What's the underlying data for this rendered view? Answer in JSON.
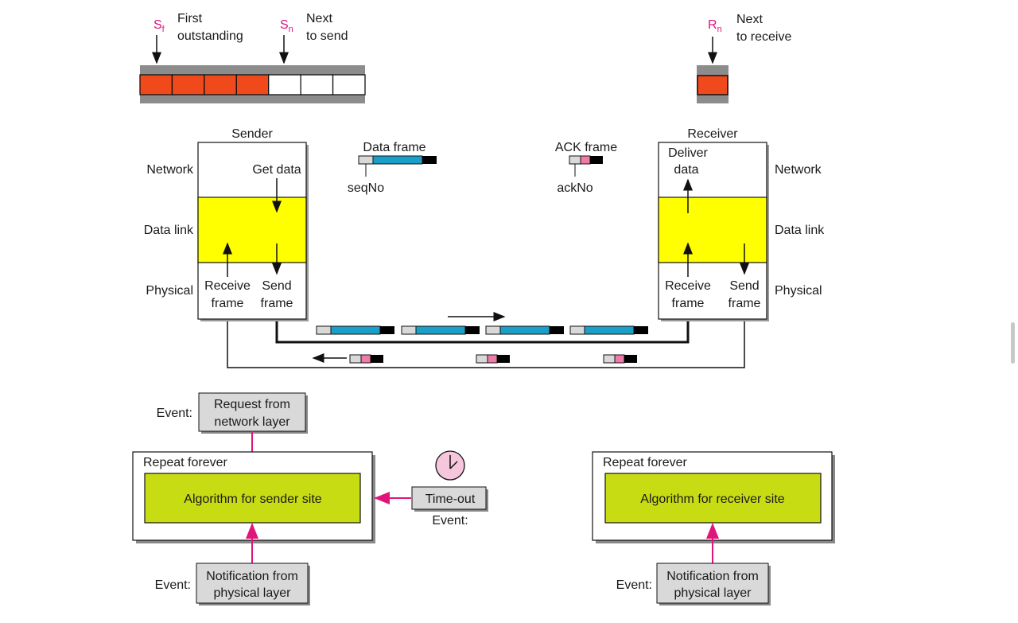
{
  "window": {
    "sf_pointer": {
      "symbol": "S",
      "sub": "f",
      "label_line1": "First",
      "label_line2": "outstanding"
    },
    "sn_pointer": {
      "symbol": "S",
      "sub": "n",
      "label_line1": "Next",
      "label_line2": "to send"
    },
    "rn_pointer": {
      "symbol": "R",
      "sub": "n",
      "label_line1": "Next",
      "label_line2": "to receive"
    },
    "sender_slots_filled": 4,
    "sender_slots_empty": 3
  },
  "sender": {
    "title": "Sender",
    "network_label": "Network",
    "datalink_label": "Data link",
    "physical_label": "Physical",
    "get_data": "Get data",
    "receive_frame_1": "Receive",
    "receive_frame_2": "frame",
    "send_frame_1": "Send",
    "send_frame_2": "frame"
  },
  "receiver": {
    "title": "Receiver",
    "network_label": "Network",
    "datalink_label": "Data link",
    "physical_label": "Physical",
    "deliver_data_1": "Deliver",
    "deliver_data_2": "data",
    "receive_frame_1": "Receive",
    "receive_frame_2": "frame",
    "send_frame_1": "Send",
    "send_frame_2": "frame"
  },
  "legend": {
    "data_frame": "Data frame",
    "seqno": "seqNo",
    "ack_frame": "ACK frame",
    "ackno": "ackNo"
  },
  "algorithms": {
    "sender": {
      "repeat": "Repeat forever",
      "name": "Algorithm for sender site",
      "event_label": "Event:",
      "request_1": "Request from",
      "request_2": "network layer",
      "notif_1": "Notification from",
      "notif_2": "physical layer",
      "timeout": "Time-out",
      "timeout_event": "Event:"
    },
    "receiver": {
      "repeat": "Repeat forever",
      "name": "Algorithm for receiver site",
      "event_label": "Event:",
      "notif_1": "Notification from",
      "notif_2": "physical layer"
    }
  },
  "colors": {
    "frame_filled": "#f04a1c",
    "datalink": "#ffff00",
    "payload": "#1aa0c8",
    "ack": "#f07aa8",
    "algorithm_box": "#c8dc14",
    "arrow_pink": "#e0157a",
    "event_box": "#d9d9d9",
    "track": "#8c8c8c"
  }
}
